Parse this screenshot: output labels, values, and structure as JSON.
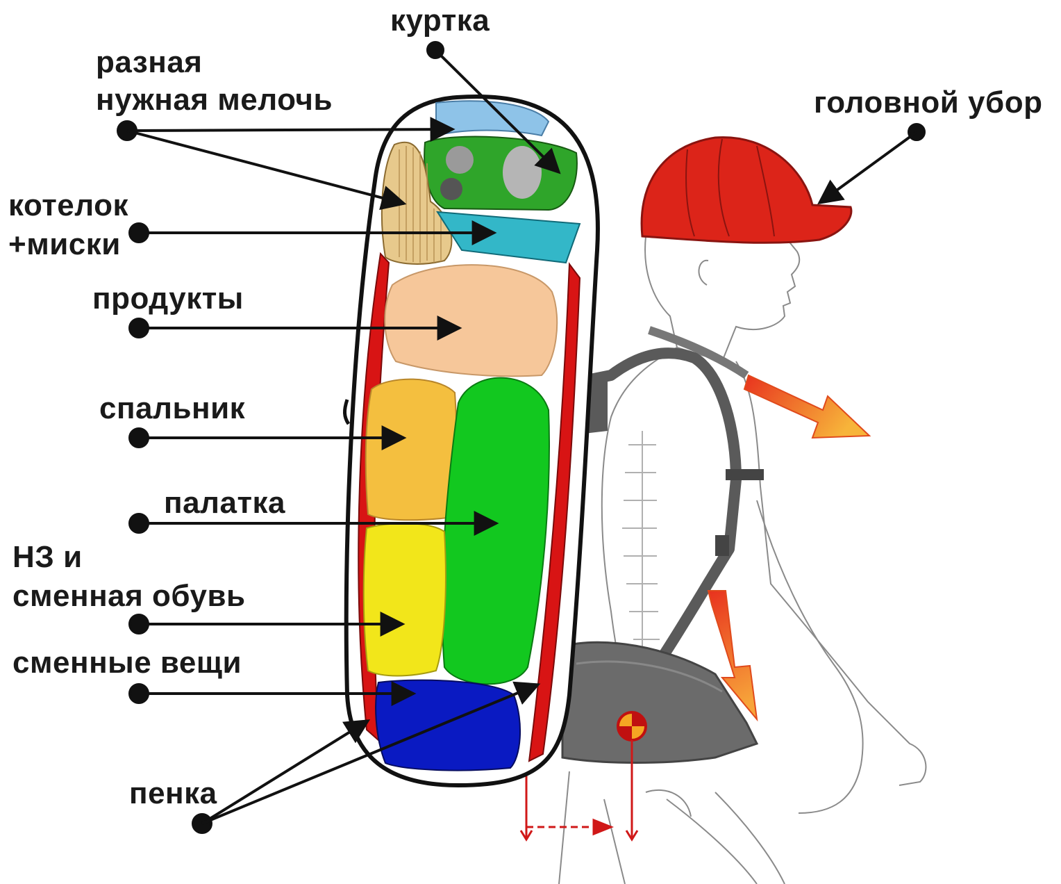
{
  "labels": {
    "jacket": "куртка",
    "small_items_l1": "разная",
    "small_items_l2": "нужная мелочь",
    "headwear": "головной убор",
    "pot_l1": "котелок",
    "pot_l2": "+миски",
    "food": "продукты",
    "sleeping_bag": "спальник",
    "tent": "палатка",
    "emergency_l1": "НЗ и",
    "emergency_l2": "сменная обувь",
    "spare_clothes": "сменные вещи",
    "foam_mat": "пенка"
  },
  "colors": {
    "jacket_fill": "#2fa52a",
    "small_items_fill": "#8ec3e8",
    "pot_fill": "#33b7c8",
    "food_fill": "#f6c79a",
    "sleeping_bag_fill": "#f4bf3f",
    "tent_fill": "#12c81f",
    "emergency_fill": "#f2e61a",
    "spare_clothes_fill": "#0a1ac2",
    "foam_mat_fill": "#d81414",
    "cap_fill": "#dc2419",
    "force_arrow": "#f08a22",
    "harness": "#5a5a5a"
  }
}
